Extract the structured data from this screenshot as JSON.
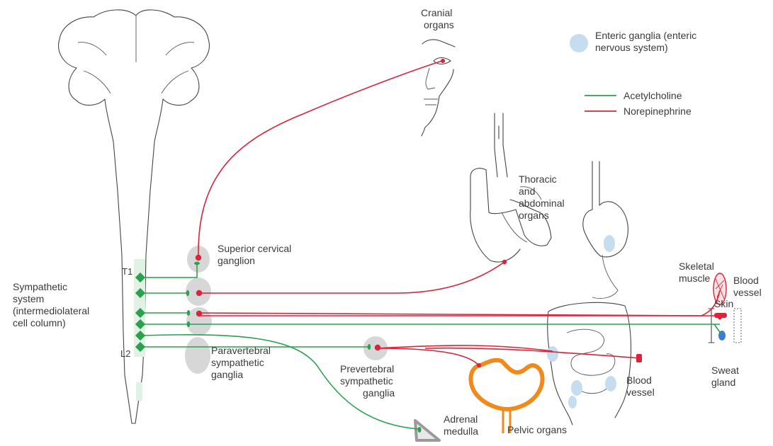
{
  "colors": {
    "acetylcholine": "#2aa14f",
    "norepinephrine": "#d9243a",
    "ganglion": "#d7d7d7",
    "enteric": "#c6dcef",
    "pelvic": "#f08a1c",
    "spinal_column": "#dff2e3"
  },
  "legend": {
    "enteric": [
      "Enteric ganglia (enteric",
      "nervous system)"
    ],
    "acetylcholine": "Acetylcholine",
    "norepinephrine": "Norepinephrine"
  },
  "labels": {
    "cranial": [
      "Cranial",
      "organs"
    ],
    "thoracic": [
      "Thoracic",
      "and",
      "abdominal",
      "organs"
    ],
    "superior_cervical": [
      "Superior cervical",
      "ganglion"
    ],
    "sympathetic_system": [
      "Sympathetic",
      "system",
      "(intermediolateral",
      "cell column)"
    ],
    "t1": "T1",
    "l2": "L2",
    "paravertebral": [
      "Paravertebral",
      "sympathetic",
      "ganglia"
    ],
    "prevertebral": [
      "Prevertebral",
      "sympathetic",
      "ganglia"
    ],
    "adrenal": [
      "Adrenal",
      "medulla"
    ],
    "pelvic": "Pelvic organs",
    "blood_vessel_lower": [
      "Blood",
      "vessel"
    ],
    "skeletal_muscle": [
      "Skeletal",
      "muscle"
    ],
    "blood_vessel_upper": [
      "Blood",
      "vessel"
    ],
    "skin": "Skin",
    "sweat_gland": [
      "Sweat",
      "gland"
    ]
  }
}
